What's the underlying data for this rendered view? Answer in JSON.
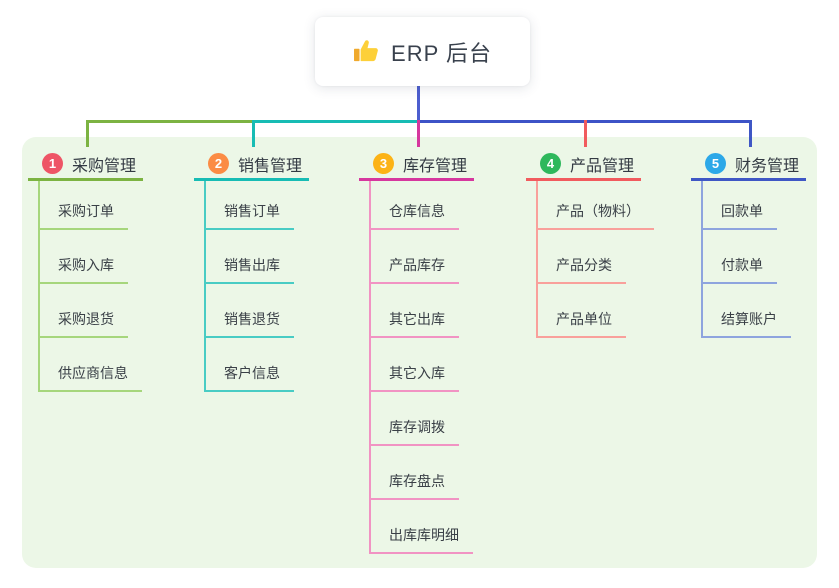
{
  "root": {
    "title": "ERP 后台",
    "icon": "thumbs-up-icon"
  },
  "branches": [
    {
      "num": "1",
      "label": "采购管理",
      "badge_color": "#ee5566",
      "line_color": "#7cb342",
      "child_line_color": "#a6d67c",
      "children": [
        "采购订单",
        "采购入库",
        "采购退货",
        "供应商信息"
      ]
    },
    {
      "num": "2",
      "label": "销售管理",
      "badge_color": "#fb8c45",
      "line_color": "#17bcb4",
      "child_line_color": "#49ccc4",
      "children": [
        "销售订单",
        "销售出库",
        "销售退货",
        "客户信息"
      ]
    },
    {
      "num": "3",
      "label": "库存管理",
      "badge_color": "#fcb316",
      "line_color": "#d6379e",
      "child_line_color": "#f193c3",
      "children": [
        "仓库信息",
        "产品库存",
        "其它出库",
        "其它入库",
        "库存调拨",
        "库存盘点",
        "出库库明细"
      ]
    },
    {
      "num": "4",
      "label": "产品管理",
      "badge_color": "#2eb85c",
      "line_color": "#f15b5e",
      "child_line_color": "#f9a09b",
      "children": [
        "产品（物料）",
        "产品分类",
        "产品单位"
      ]
    },
    {
      "num": "5",
      "label": "财务管理",
      "badge_color": "#2ca8e8",
      "line_color": "#3f57c5",
      "child_line_color": "#8ea4de",
      "children": [
        "回款单",
        "付款单",
        "结算账户"
      ]
    }
  ],
  "connector_colors": {
    "root_line": "#4d5ecf",
    "right_line": "#3d53c7"
  },
  "panel_bg": "#ecf7e7",
  "thumb_colors": {
    "hand": "#fdd039",
    "sleeve": "#f0a92c"
  }
}
